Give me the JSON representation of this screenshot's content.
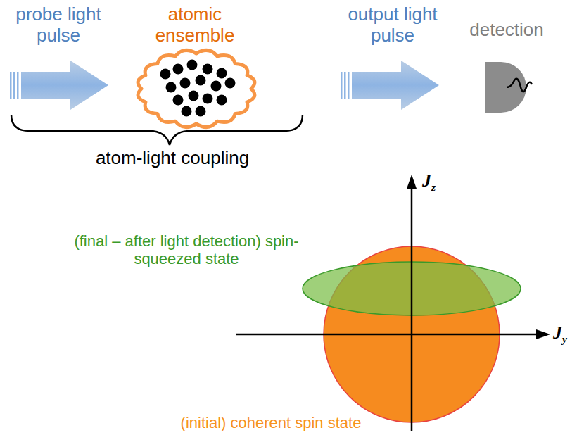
{
  "diagram": {
    "nodes": [
      {
        "text": [
          "probe light pulse"
        ]
      },
      {
        "text": [
          "atomic ensemble"
        ]
      },
      {
        "text": [
          "output light pulse"
        ]
      },
      {
        "text": [
          "detection"
        ]
      },
      {
        "text": [
          "(initial) coherent spin state"
        ]
      },
      {
        "text": [
          "(final – after light detection) spin-squeezed state"
        ]
      }
    ],
    "labels": [
      "atom-light coupling",
      "Jz",
      "Jy"
    ]
  }
}
